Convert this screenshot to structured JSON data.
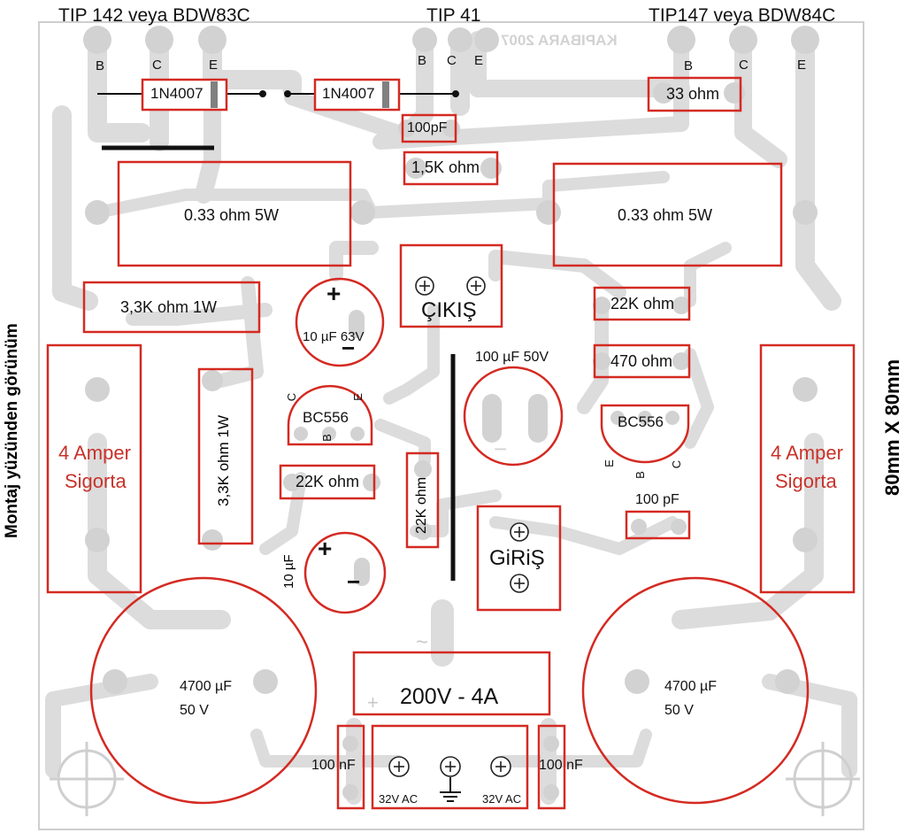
{
  "transistors": {
    "left_label": "TIP 142 veya BDW83C",
    "center_label": "TIP 41",
    "right_label": "TIP147 veya BDW84C",
    "pin_b": "B",
    "pin_c": "C",
    "pin_e": "E"
  },
  "watermark": "KAPIBARA 2007",
  "components": {
    "diode_left": "1N4007",
    "diode_right": "1N4007",
    "cap_100pf_top": "100pF",
    "res_1_5k": "1,5K ohm",
    "res_33": "33 ohm",
    "res_033_left": "0.33 ohm 5W",
    "res_033_right": "0.33 ohm 5W",
    "res_3_3k_horizontal": "3,3K ohm 1W",
    "res_3_3k_vertical": "3,3K ohm 1W",
    "cap_10uf_63v": "10 µF 63V",
    "output_label": "ÇIKIŞ",
    "cap_100uf_50v": "100 µF 50V",
    "res_22k_right": "22K ohm",
    "res_470": "470 ohm",
    "bc556_left": "BC556",
    "bc556_right": "BC556",
    "res_22k_middle": "22K ohm",
    "res_22k_vertical": "22K ohm",
    "cap_10uf": "10 µF",
    "input_label": "GiRiŞ",
    "cap_100pf_right": "100 pF",
    "fuse_left_line1": "4 Amper",
    "fuse_left_line2": "Sigorta",
    "fuse_right_line1": "4 Amper",
    "fuse_right_line2": "Sigorta",
    "cap_4700_left_line1": "4700 µF",
    "cap_4700_left_line2": "50 V",
    "cap_4700_right_line1": "4700 µF",
    "cap_4700_right_line2": "50 V",
    "bridge": "200V - 4A",
    "cap_100nf_left": "100 nF",
    "cap_100nf_right": "100 nF",
    "ac_left": "32V AC",
    "ac_right": "32V AC",
    "plus": "+",
    "minus": "−",
    "tilde": "~"
  },
  "side_left": "Montaj yüzünden görünüm",
  "side_right": "80mm X 80mm",
  "colors": {
    "outline": "#d42a22",
    "red_text": "#c8322a",
    "track": "#dcdcdc",
    "pad": "#cfcfcf",
    "background": "#ffffff"
  }
}
